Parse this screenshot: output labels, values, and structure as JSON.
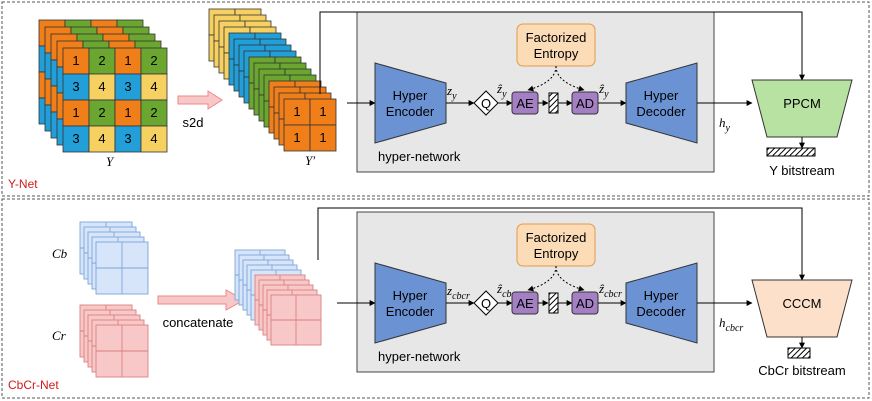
{
  "colors": {
    "orange": "#f07f1a",
    "green": "#6aa630",
    "blue": "#229fd8",
    "yellow": "#f6d162",
    "encoder_blue": "#6b93d4",
    "hyper_gray": "#e7e7e7",
    "entropy_fill": "#fbdcb6",
    "entropy_stroke": "#e39a4b",
    "codec_purple": "#a57fc4",
    "ppcm_green": "#b8e2a2",
    "cccm_peach": "#fde0c9",
    "cb_blue": "#d7e5fb",
    "cr_red": "#f8c8c8",
    "arrow_pink": "#f1a7a7",
    "net_label_red": "#d11a1a"
  },
  "ynet": {
    "section_label": "Y-Net",
    "grid_cells": [
      "1",
      "2",
      "1",
      "2",
      "3",
      "4",
      "3",
      "4",
      "1",
      "2",
      "1",
      "2",
      "3",
      "4",
      "3",
      "4"
    ],
    "y_label": "Y",
    "s2d_label": "s2d",
    "subgrid_cells": [
      "1",
      "1",
      "1",
      "1"
    ],
    "y_prime_label": "Y′",
    "hyper_encoder": "Hyper\nEncoder",
    "z_label": "z_y",
    "quant_label": "Q",
    "zhat_label": "ẑ_y",
    "ae_label": "AE",
    "ad_label": "AD",
    "zhat2_label": "ẑ_y",
    "entropy_label": "Factorized\nEntropy",
    "hyper_decoder": "Hyper\nDecoder",
    "hyper_network_label": "hyper-network",
    "h_label": "h_y",
    "model_label": "PPCM",
    "bitstream_label": "Y bitstream"
  },
  "cbcrnet": {
    "section_label": "CbCr-Net",
    "cb_label": "Cb",
    "cr_label": "Cr",
    "concat_label": "concatenate",
    "hyper_encoder": "Hyper\nEncoder",
    "z_label": "z_cbcr",
    "quant_label": "Q",
    "zhat_label": "ẑ_cbcr",
    "ae_label": "AE",
    "ad_label": "AD",
    "zhat2_label": "ẑ_cbcr",
    "entropy_label": "Factorized\nEntropy",
    "hyper_decoder": "Hyper\nDecoder",
    "hyper_network_label": "hyper-network",
    "h_label": "h_cbcr",
    "model_label": "CCCM",
    "bitstream_label": "CbCr bitstream"
  }
}
